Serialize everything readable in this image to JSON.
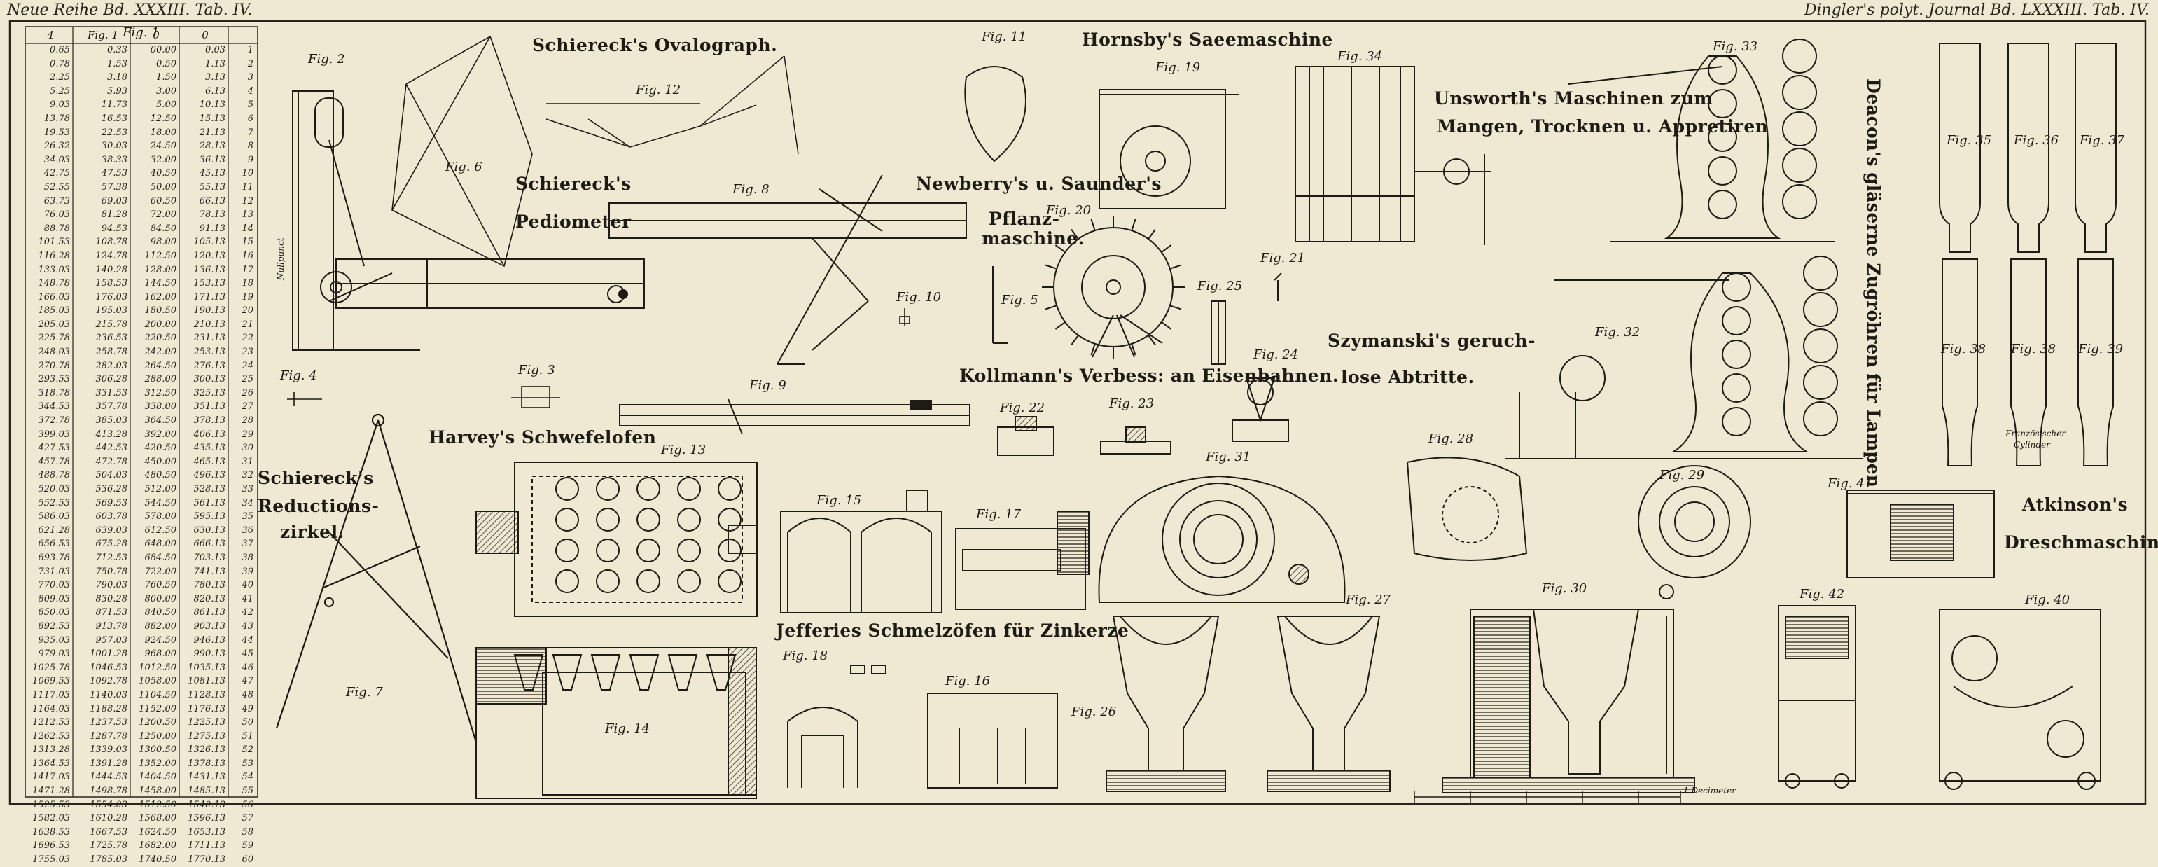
{
  "header": {
    "left": "Neue Reihe Bd. XXXIII. Tab. IV.",
    "right": "Dingler's polyt. Journal Bd. LXXXIII. Tab. IV."
  },
  "titles": {
    "ovalograph": "Schiereck's Ovalograph.",
    "pediometer_1": "Schiereck's",
    "pediometer_2": "Pediometer",
    "reductionszirkel_1": "Schiereck's",
    "reductionszirkel_2": "Reductions-",
    "reductionszirkel_3": "zirkel.",
    "schwefelofen": "Harvey's Schwefelofen",
    "saemaschine": "Hornsby's Saeemaschine",
    "newberry_1": "Newberry's u. Saunder's",
    "newberry_2": "Pflanz-",
    "newberry_3": "maschine.",
    "kollmann": "Kollmann's Verbess: an Eisenbahnen.",
    "unsworth_1": "Unsworth's Maschinen zum",
    "unsworth_2": "Mangen, Trocknen u. Appretiren",
    "szymanski_1": "Szymanski's geruch-",
    "szymanski_2": "lose Abtritte.",
    "jefferies": "Jefferies Schmelzöfen für Zinkerze",
    "deacon": "Deacon's gläserne Zugröhren für Lampen",
    "atkinson_1": "Atkinson's",
    "atkinson_2": "Dreschmaschine"
  },
  "figures": [
    "Fig. 1",
    "Fig. 2",
    "Fig. 3",
    "Fig. 4",
    "Fig. 5",
    "Fig. 6",
    "Fig. 7",
    "Fig. 8",
    "Fig. 9",
    "Fig. 10",
    "Fig. 11",
    "Fig. 12",
    "Fig. 13",
    "Fig. 14",
    "Fig. 15",
    "Fig. 16",
    "Fig. 17",
    "Fig. 18",
    "Fig. 19",
    "Fig. 20",
    "Fig. 21",
    "Fig. 22",
    "Fig. 23",
    "Fig. 24",
    "Fig. 25",
    "Fig. 26",
    "Fig. 27",
    "Fig. 28",
    "Fig. 29",
    "Fig. 30",
    "Fig. 31",
    "Fig. 32",
    "Fig. 33",
    "Fig. 34",
    "Fig. 35",
    "Fig. 36",
    "Fig. 37",
    "Fig. 38",
    "Fig. 39",
    "Fig. 40",
    "Fig. 41",
    "Fig. 42"
  ],
  "small_labels": {
    "nullpunct": "Nullpunct",
    "franzoesischer_1": "Französischer",
    "franzoesischer_2": "Cylinder",
    "dezimeter": "1 Decimeter"
  },
  "table": {
    "headers": [
      "4",
      "Fig. 1",
      "0",
      "0"
    ],
    "col1": [
      "0.65",
      "0.78",
      "2.25",
      "5.25",
      "9.03",
      "13.78",
      "19.53",
      "26.32",
      "34.03",
      "42.75",
      "52.55",
      "63.73",
      "76.03",
      "88.78",
      "101.53",
      "116.28",
      "133.03",
      "148.78",
      "166.03",
      "185.03",
      "205.03",
      "225.78",
      "248.03",
      "270.78",
      "293.53",
      "318.78",
      "344.53",
      "372.78",
      "399.03",
      "427.53",
      "457.78",
      "488.78",
      "520.03",
      "552.53",
      "586.03",
      "621.28",
      "656.53",
      "693.78",
      "731.03",
      "770.03",
      "809.03",
      "850.03",
      "892.53",
      "935.03",
      "979.03",
      "1025.78",
      "1069.53",
      "1117.03",
      "1164.03",
      "1212.53",
      "1262.53",
      "1313.28",
      "1364.53",
      "1417.03",
      "1471.28",
      "1525.53",
      "1582.03",
      "1638.53",
      "1696.53",
      "1755.03"
    ],
    "col2": [
      "0.33",
      "1.53",
      "3.18",
      "5.93",
      "11.73",
      "16.53",
      "22.53",
      "30.03",
      "38.33",
      "47.53",
      "57.38",
      "69.03",
      "81.28",
      "94.53",
      "108.78",
      "124.78",
      "140.28",
      "158.53",
      "176.03",
      "195.03",
      "215.78",
      "236.53",
      "258.78",
      "282.03",
      "306.28",
      "331.53",
      "357.78",
      "385.03",
      "413.28",
      "442.53",
      "472.78",
      "504.03",
      "536.28",
      "569.53",
      "603.78",
      "639.03",
      "675.28",
      "712.53",
      "750.78",
      "790.03",
      "830.28",
      "871.53",
      "913.78",
      "957.03",
      "1001.28",
      "1046.53",
      "1092.78",
      "1140.03",
      "1188.28",
      "1237.53",
      "1287.78",
      "1339.03",
      "1391.28",
      "1444.53",
      "1498.78",
      "1554.03",
      "1610.28",
      "1667.53",
      "1725.78",
      "1785.03"
    ],
    "col3": [
      "00.00",
      "0.50",
      "1.50",
      "3.00",
      "5.00",
      "12.50",
      "18.00",
      "24.50",
      "32.00",
      "40.50",
      "50.00",
      "60.50",
      "72.00",
      "84.50",
      "98.00",
      "112.50",
      "128.00",
      "144.50",
      "162.00",
      "180.50",
      "200.00",
      "220.50",
      "242.00",
      "264.50",
      "288.00",
      "312.50",
      "338.00",
      "364.50",
      "392.00",
      "420.50",
      "450.00",
      "480.50",
      "512.00",
      "544.50",
      "578.00",
      "612.50",
      "648.00",
      "684.50",
      "722.00",
      "760.50",
      "800.00",
      "840.50",
      "882.00",
      "924.50",
      "968.00",
      "1012.50",
      "1058.00",
      "1104.50",
      "1152.00",
      "1200.50",
      "1250.00",
      "1300.50",
      "1352.00",
      "1404.50",
      "1458.00",
      "1512.50",
      "1568.00",
      "1624.50",
      "1682.00",
      "1740.50"
    ],
    "col4": [
      "0.03",
      "1.13",
      "3.13",
      "6.13",
      "10.13",
      "15.13",
      "21.13",
      "28.13",
      "36.13",
      "45.13",
      "55.13",
      "66.13",
      "78.13",
      "91.13",
      "105.13",
      "120.13",
      "136.13",
      "153.13",
      "171.13",
      "190.13",
      "210.13",
      "231.13",
      "253.13",
      "276.13",
      "300.13",
      "325.13",
      "351.13",
      "378.13",
      "406.13",
      "435.13",
      "465.13",
      "496.13",
      "528.13",
      "561.13",
      "595.13",
      "630.13",
      "666.13",
      "703.13",
      "741.13",
      "780.13",
      "820.13",
      "861.13",
      "903.13",
      "946.13",
      "990.13",
      "1035.13",
      "1081.13",
      "1128.13",
      "1176.13",
      "1225.13",
      "1275.13",
      "1326.13",
      "1378.13",
      "1431.13",
      "1485.13",
      "1540.13",
      "1596.13",
      "1653.13",
      "1711.13",
      "1770.13"
    ],
    "rownums": [
      "1",
      "2",
      "3",
      "4",
      "5",
      "6",
      "7",
      "8",
      "9",
      "10",
      "11",
      "12",
      "13",
      "14",
      "15",
      "16",
      "17",
      "18",
      "19",
      "20",
      "21",
      "22",
      "23",
      "24",
      "25",
      "26",
      "27",
      "28",
      "29",
      "30",
      "31",
      "32",
      "33",
      "34",
      "35",
      "36",
      "37",
      "38",
      "39",
      "40",
      "41",
      "42",
      "43",
      "44",
      "45",
      "46",
      "47",
      "48",
      "49",
      "50",
      "51",
      "52",
      "53",
      "54",
      "55",
      "56",
      "57",
      "58",
      "59",
      "60"
    ]
  }
}
